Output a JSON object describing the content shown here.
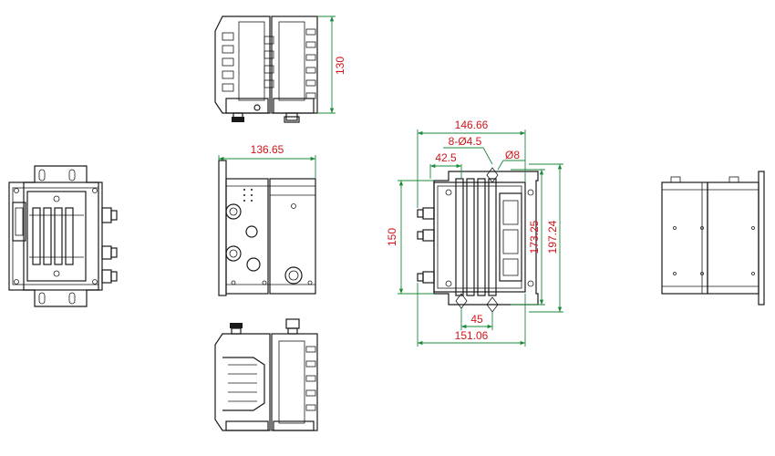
{
  "colors": {
    "outline": "#1a1a1a",
    "dimension_line": "#1a8a3a",
    "dimension_text": "#d1141b",
    "background": "#ffffff"
  },
  "dimensions": {
    "top_view_height": "130",
    "front_view_width": "136.65",
    "overall_width_top": "146.66",
    "hole_spec": "8-Ø4.5",
    "hole_offset": "42.5",
    "hole_dia": "Ø8",
    "overall_height_left": "150",
    "hole_span_vertical": "173.25",
    "overall_height_right": "197.24",
    "hole_span_bottom": "45",
    "overall_width_bottom": "151.06"
  }
}
